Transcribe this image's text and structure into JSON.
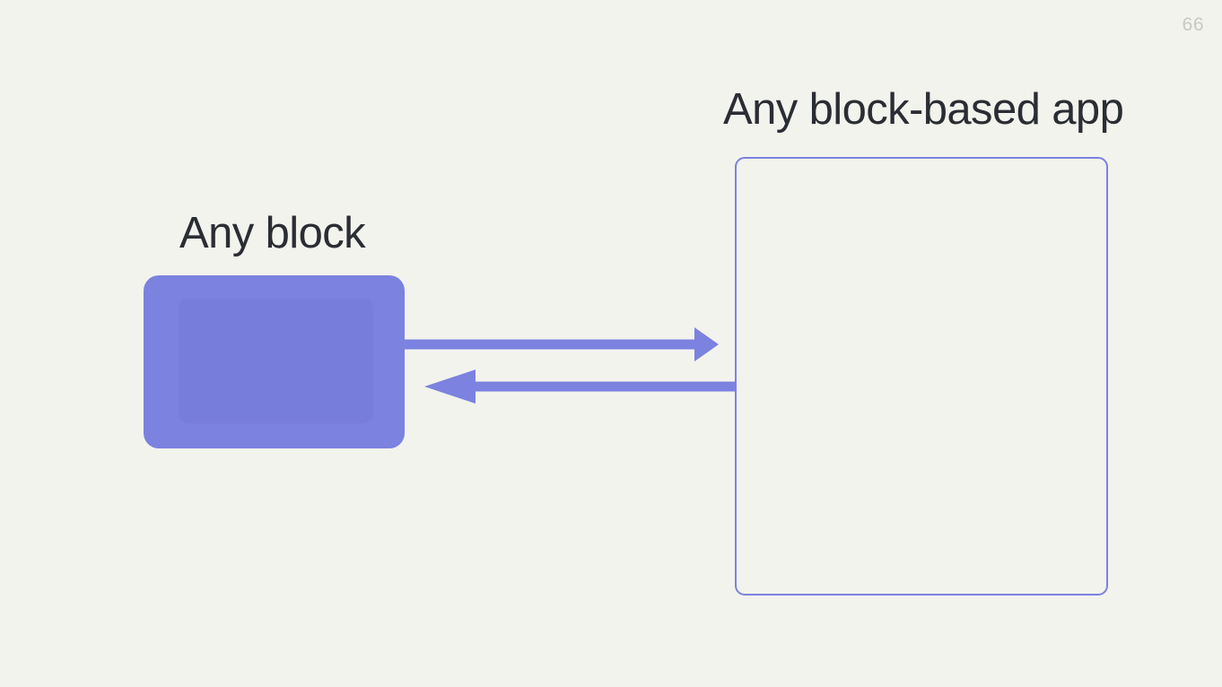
{
  "slide": {
    "page_number": "66",
    "background_color": "#f2f3ed",
    "accent_color": "#7b82df",
    "text_color": "#2b2d34",
    "page_number_color": "#c8c9c3"
  },
  "diagram": {
    "left_node": {
      "label": "Any block",
      "type": "filled-rounded-rectangle",
      "fill_color": "#7b82df"
    },
    "right_node": {
      "label": "Any block-based app",
      "type": "outlined-rounded-rectangle",
      "border_color": "#7b82df"
    },
    "connectors": [
      {
        "name": "block-to-app",
        "direction": "right",
        "from": "Any block",
        "to": "Any block-based app",
        "color": "#7b82df"
      },
      {
        "name": "app-to-block",
        "direction": "left",
        "from": "Any block-based app",
        "to": "Any block",
        "color": "#7b82df"
      }
    ]
  }
}
